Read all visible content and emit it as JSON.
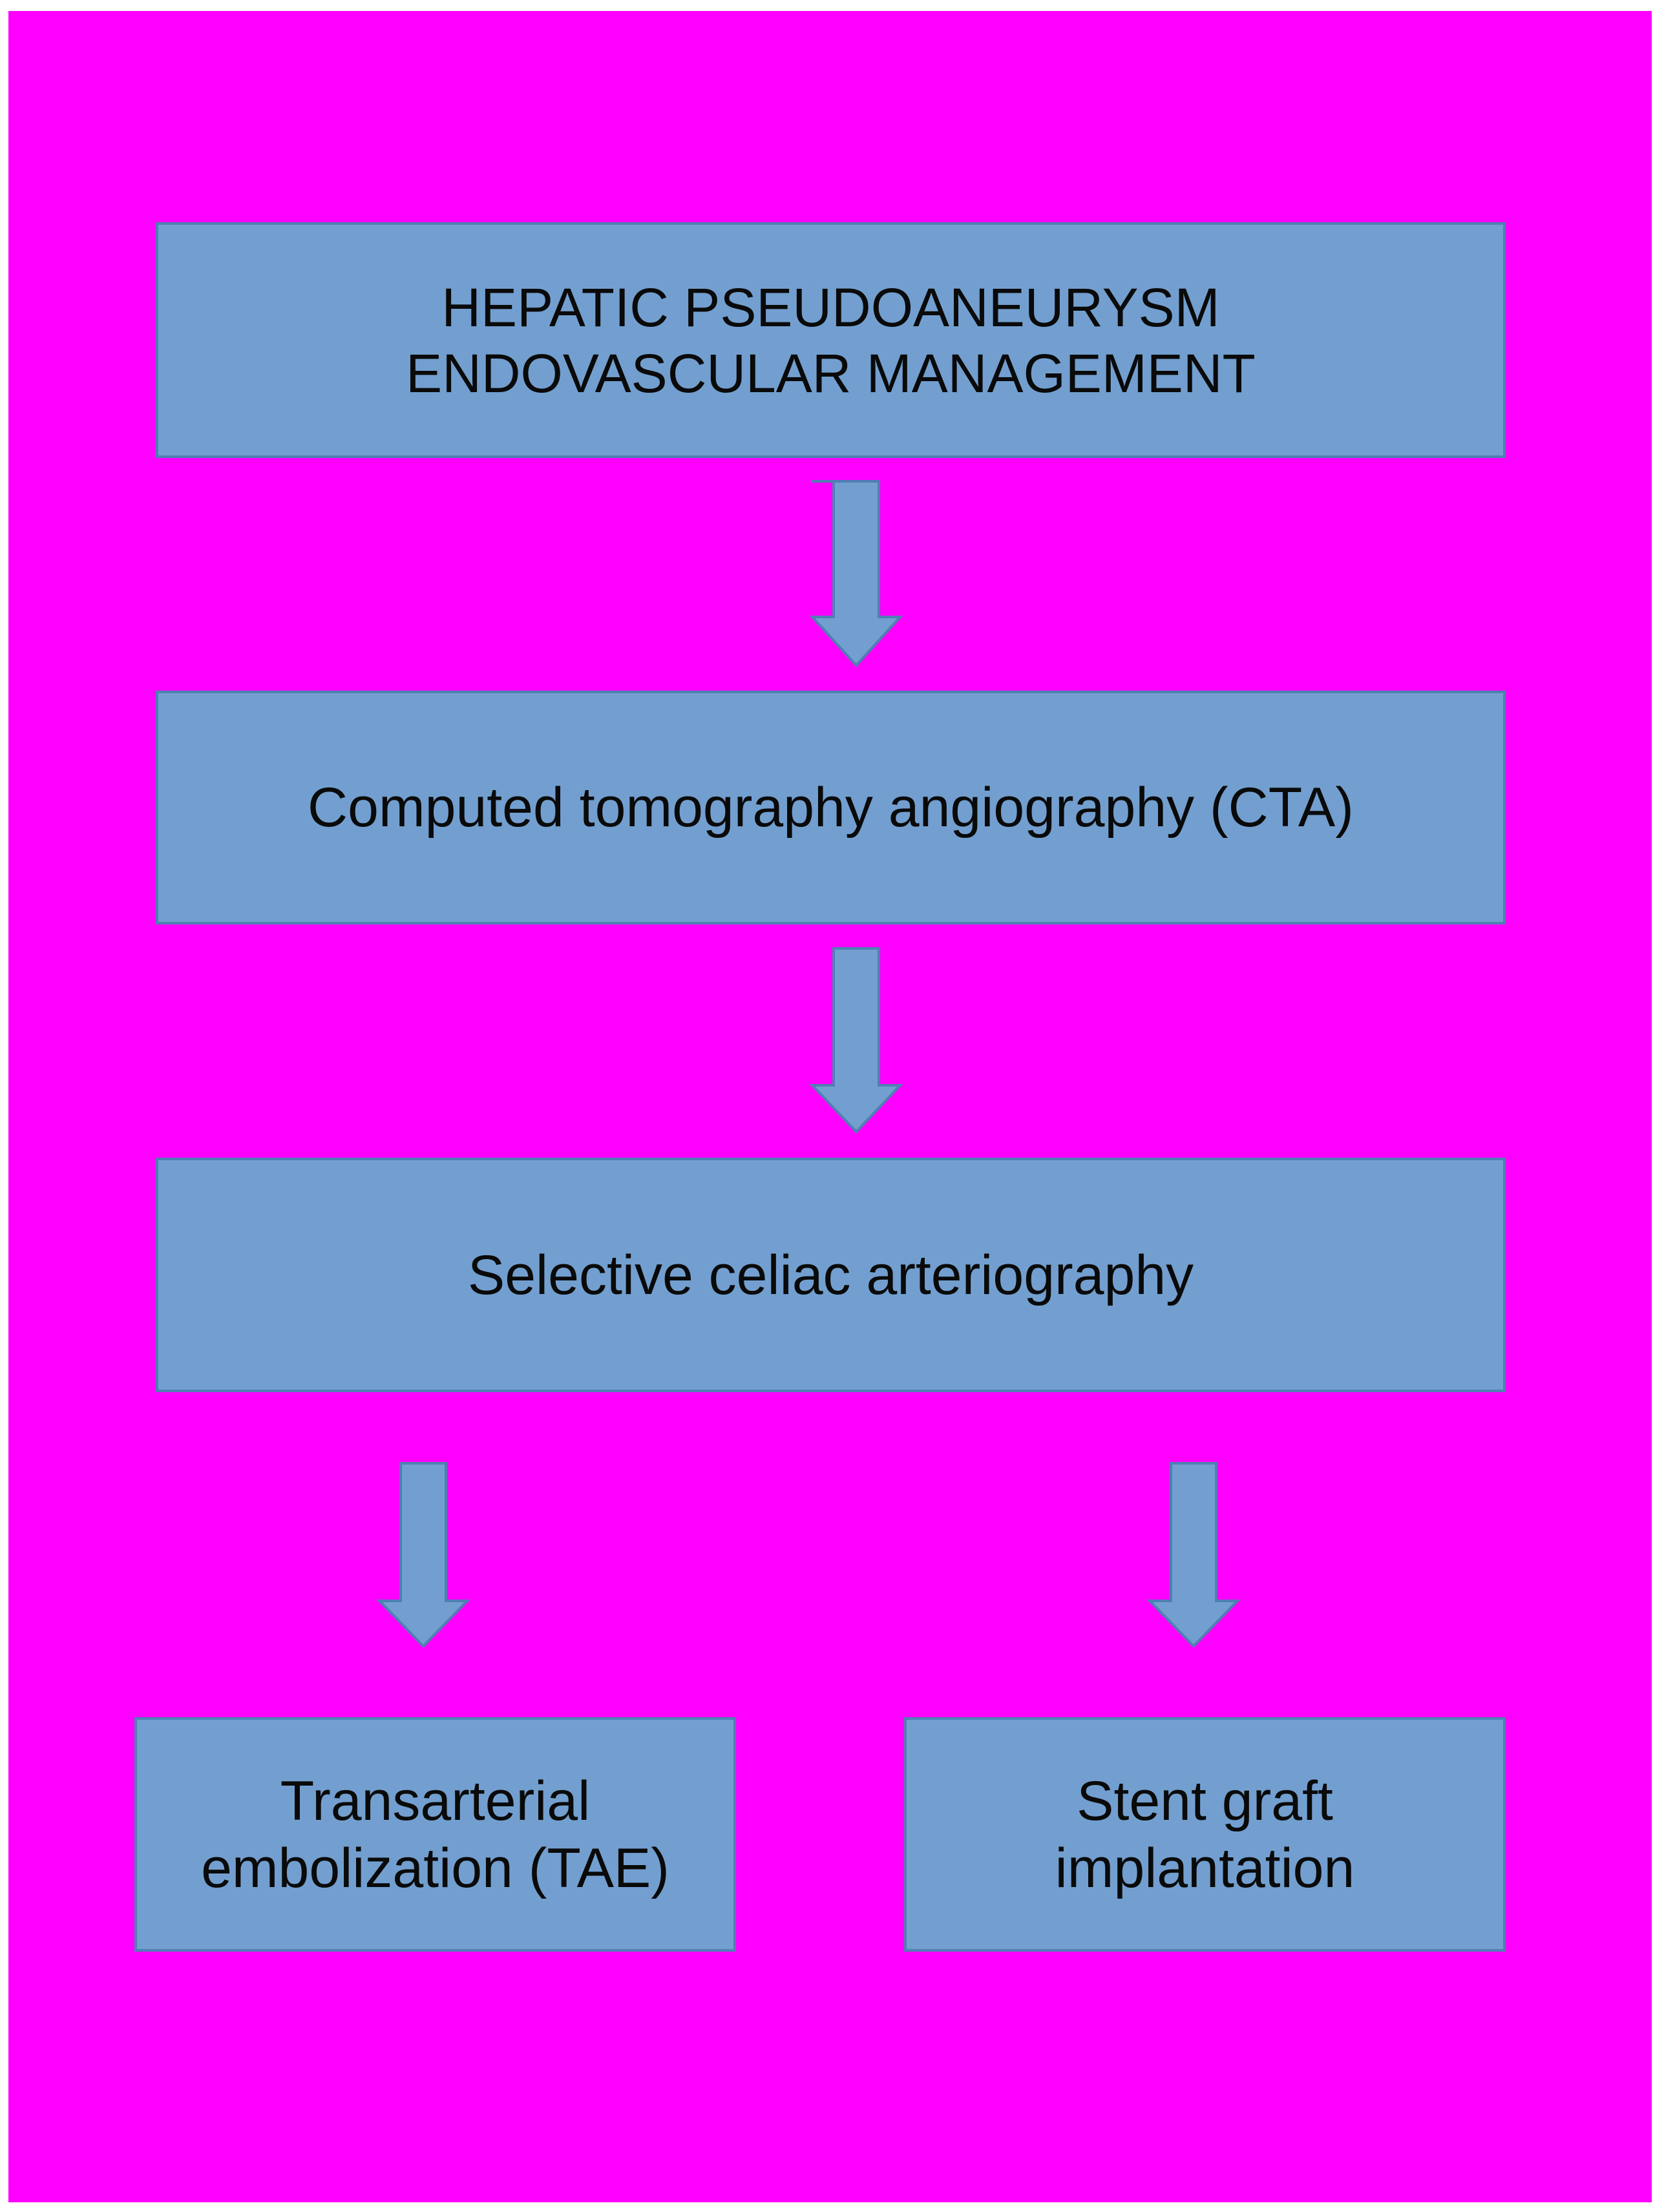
{
  "colors": {
    "background": "#ff00ff",
    "box_fill": "#729fcf",
    "box_border": "#4f7fb3",
    "text": "#0a0a0a"
  },
  "diagram": {
    "title_box": {
      "lines": [
        "HEPATIC PSEUDOANEURYSM",
        "ENDOVASCULAR MANAGEMENT"
      ]
    },
    "step_cta": {
      "lines": [
        "Computed tomography angiography (CTA)"
      ]
    },
    "step_celiac": {
      "lines": [
        "Selective celiac arteriography"
      ]
    },
    "option_tae": {
      "lines": [
        "Transarterial",
        "embolization (TAE)"
      ]
    },
    "option_stent": {
      "lines": [
        "Stent graft",
        "implantation"
      ]
    },
    "arrows": [
      {
        "from": "title_box",
        "to": "step_cta"
      },
      {
        "from": "step_cta",
        "to": "step_celiac"
      },
      {
        "from": "step_celiac",
        "to": "option_tae"
      },
      {
        "from": "step_celiac",
        "to": "option_stent"
      }
    ]
  }
}
